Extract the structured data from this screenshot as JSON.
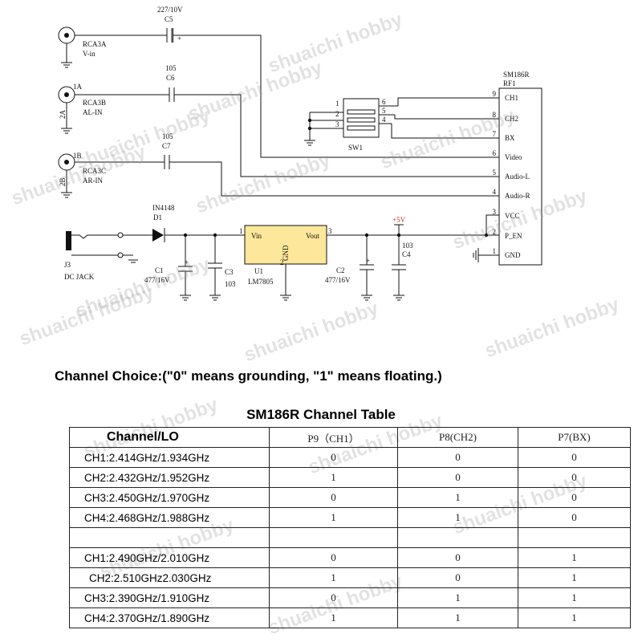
{
  "schematic": {
    "c5_value": "227/10V",
    "c5_ref": "C5",
    "plus": "+",
    "rca3a": "RCA3A",
    "vin_label": "V-in",
    "c6_value": "105",
    "c6_ref": "C6",
    "rca3b": "RCA3B",
    "alin": "AL-IN",
    "pin_2a": "2A",
    "pin_1a": "1A",
    "c7_value": "105",
    "c7_ref": "C7",
    "rca3c": "RCA3C",
    "arin": "AR-IN",
    "pin_2b": "2B",
    "pin_1b": "1B",
    "sw_ref": "SW1",
    "sw_pins": [
      "1",
      "2",
      "3",
      "6",
      "5",
      "4"
    ],
    "module_name": "SM186R",
    "module_ref": "RF1",
    "module_pins": [
      {
        "num": "9",
        "name": "CH1"
      },
      {
        "num": "8",
        "name": "CH2"
      },
      {
        "num": "7",
        "name": "BX"
      },
      {
        "num": "6",
        "name": "Video"
      },
      {
        "num": "5",
        "name": "Audio-L"
      },
      {
        "num": "4",
        "name": "Audio-R"
      },
      {
        "num": "3",
        "name": "VCC"
      },
      {
        "num": "2",
        "name": "P_EN"
      },
      {
        "num": "1",
        "name": "GND"
      }
    ],
    "d1_part": "IN4148",
    "d1_ref": "D1",
    "j3_ref": "J3",
    "dc_jack": "DC JACK",
    "c1_ref": "C1",
    "c1_value": "477/16V",
    "c3_ref": "C3",
    "c3_value": "103",
    "u1_ref": "U1",
    "u1_part": "LM7805",
    "vin": "Vin",
    "vout": "Vout",
    "gnd": "GND",
    "pin1": "1",
    "pin2": "2",
    "pin3": "3",
    "c2_ref": "C2",
    "c2_value": "477/16V",
    "c4_value": "103",
    "c4_ref": "C4",
    "plus5v": "+5V"
  },
  "watermark": "shuaichi hobby",
  "channel_note": "Channel Choice:(\"0\" means grounding, \"1\" means floating.)",
  "table": {
    "title": "SM186R Channel Table",
    "headers": [
      "Channel/LO",
      "P9（CH1）",
      "P8(CH2)",
      "P7(BX)"
    ],
    "rows": [
      [
        "CH1:2.414GHz/1.934GHz",
        "0",
        "0",
        "0"
      ],
      [
        "CH2:2.432GHz/1.952GHz",
        "1",
        "0",
        "0"
      ],
      [
        "CH3:2.450GHz/1.970GHz",
        "0",
        "1",
        "0"
      ],
      [
        "CH4:2.468GHz/1.988GHz",
        "1",
        "1",
        "0"
      ],
      [
        "",
        "",
        "",
        ""
      ],
      [
        "CH1:2.490GHz/2.010GHz",
        "0",
        "0",
        "1"
      ],
      [
        "CH2:2.510GHz2.030GHz",
        "1",
        "0",
        "1"
      ],
      [
        "CH3:2.390GHz/1.910GHz",
        "0",
        "1",
        "1"
      ],
      [
        "CH4:2.370GHz/1.890GHz",
        "1",
        "1",
        "1"
      ]
    ]
  }
}
